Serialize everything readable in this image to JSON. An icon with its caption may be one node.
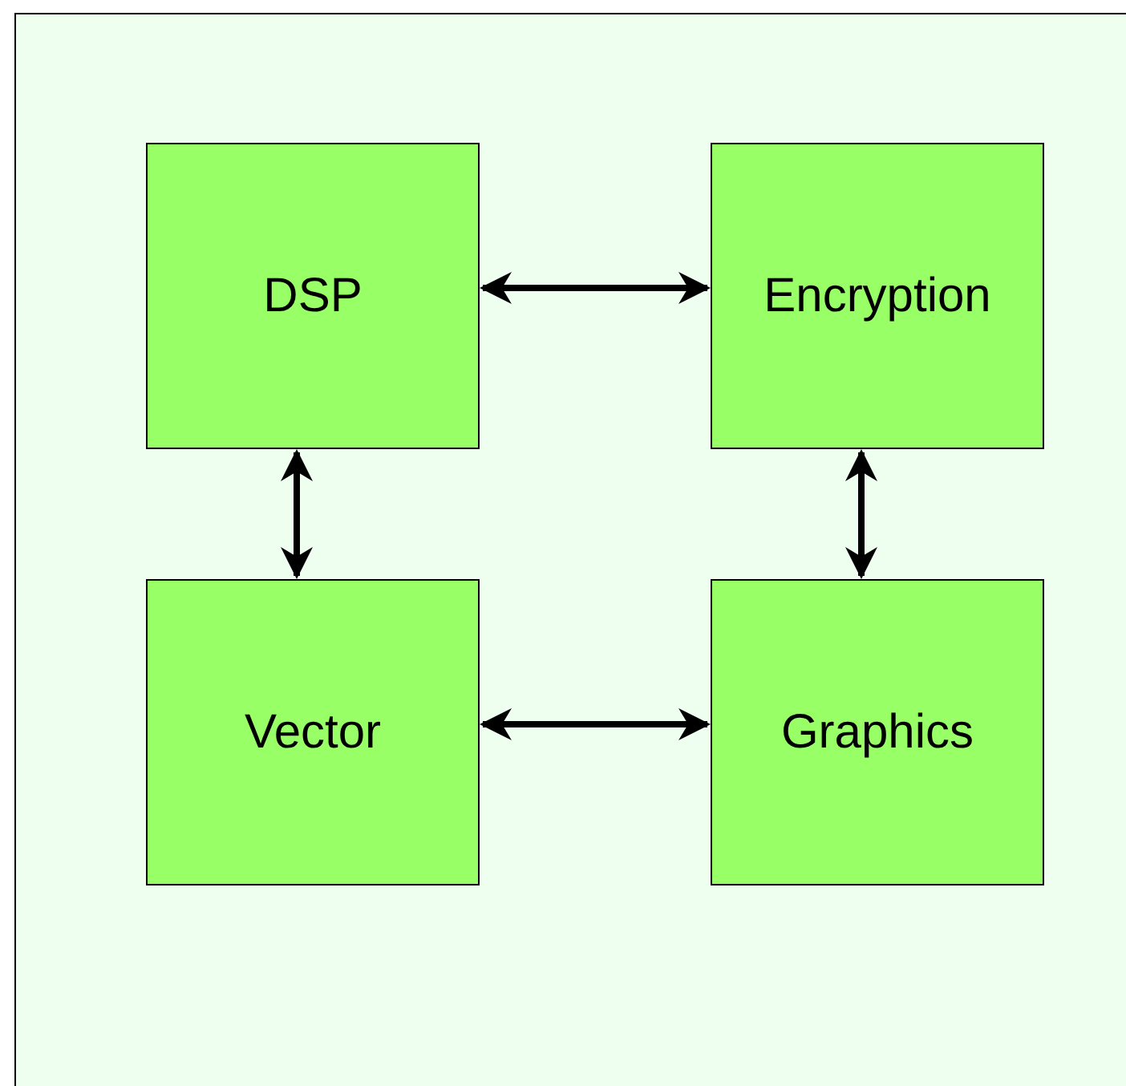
{
  "diagram": {
    "nodes": [
      {
        "text": [
          "DSP"
        ]
      },
      {
        "text": [
          "Encryption"
        ]
      },
      {
        "text": [
          "Vector"
        ]
      },
      {
        "text": [
          "Graphics"
        ]
      }
    ],
    "edges": [
      {
        "from": 0,
        "to": 1,
        "arrow": "both"
      },
      {
        "from": 0,
        "to": 2,
        "arrow": "both"
      },
      {
        "from": 1,
        "to": 3,
        "arrow": "both"
      },
      {
        "from": 2,
        "to": 3,
        "arrow": "both"
      }
    ]
  }
}
